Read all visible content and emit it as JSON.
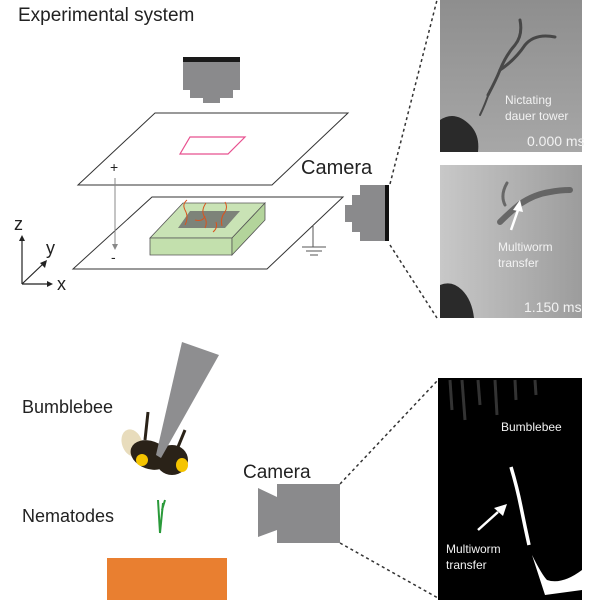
{
  "top_section": {
    "title": "Experimental system",
    "plus_sign": "+",
    "minus_sign": "-",
    "camera_label": "Camera",
    "axes": {
      "z": "z",
      "y": "y",
      "x": "x"
    }
  },
  "frames": [
    {
      "annotation_line1": "Nictating",
      "annotation_line2": "dauer tower",
      "time": "0.000 ms"
    },
    {
      "annotation_line1": "Multiworm",
      "annotation_line2": "transfer",
      "time": "1.150 ms"
    }
  ],
  "bottom_section": {
    "bumblebee_label": "Bumblebee",
    "nematodes_label": "Nematodes",
    "camera_label": "Camera",
    "frame": {
      "bee_label": "Bumblebee",
      "annotation_line1": "Multiworm",
      "annotation_line2": "transfer"
    }
  },
  "colors": {
    "camera": "#8a8a8c",
    "substrate": "#c9e3b5",
    "roi": "#e8508f",
    "worms": "#d9541e",
    "base": "#e97f30",
    "nematode": "#2a9a3a"
  }
}
